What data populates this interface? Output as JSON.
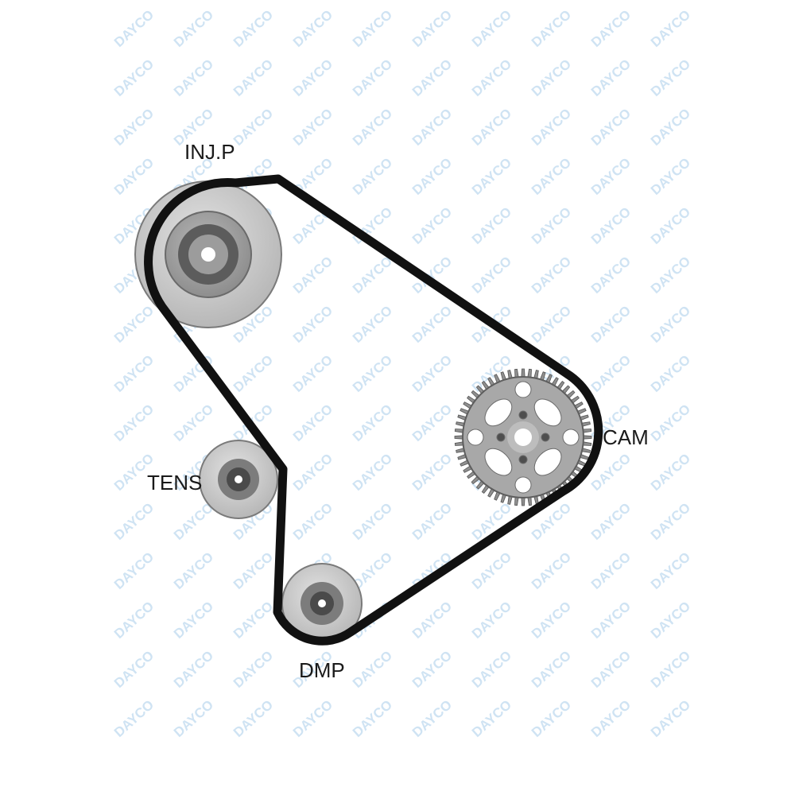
{
  "watermark": {
    "text": "DAYCO",
    "color": "#cfe3f3"
  },
  "pulleys": [
    {
      "id": "injp",
      "label": "INJ.P",
      "kind": "smooth-pulley",
      "icon": "pulley-icon"
    },
    {
      "id": "cam",
      "label": "CAM",
      "kind": "toothed-sprocket",
      "icon": "sprocket-icon"
    },
    {
      "id": "tens",
      "label": "TENS",
      "kind": "idler-pulley",
      "icon": "pulley-icon"
    },
    {
      "id": "dmp",
      "label": "DMP",
      "kind": "idler-pulley",
      "icon": "pulley-icon"
    }
  ],
  "colors": {
    "belt": "#111111",
    "pulley_light": "#c9c9c9",
    "pulley_mid": "#9a9a9a",
    "pulley_dark": "#555555",
    "sprocket_face": "#a8a8a8"
  }
}
